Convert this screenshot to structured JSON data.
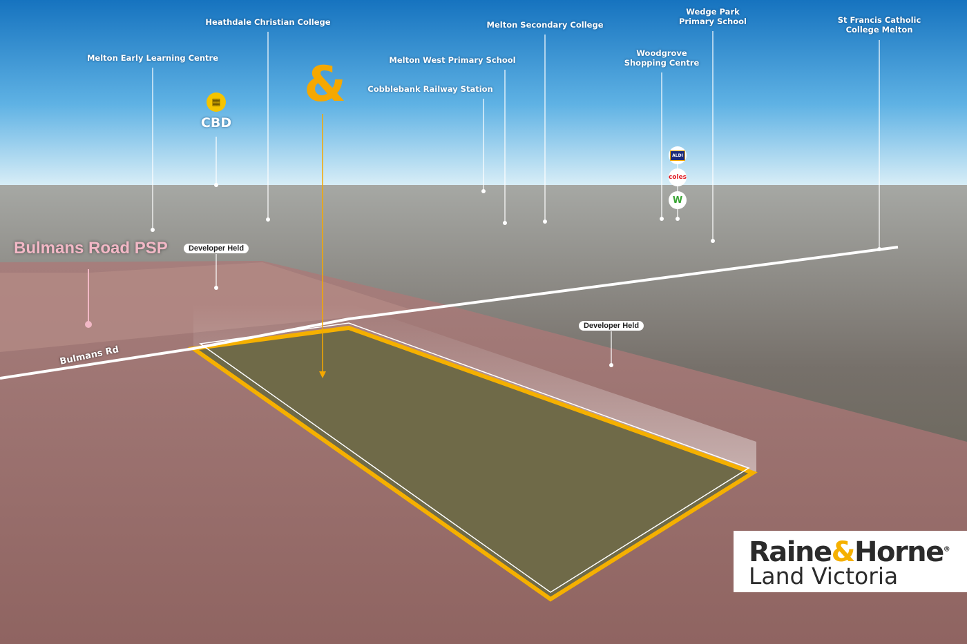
{
  "labels": {
    "melton_early_learning": "Melton Early Learning Centre",
    "heathdale": "Heathdale Christian College",
    "cbd": "CBD",
    "cobblebank": "Cobblebank Railway Station",
    "melton_west": "Melton West Primary School",
    "melton_secondary": "Melton Secondary College",
    "woodgrove_1": "Woodgrove",
    "woodgrove_2": "Shopping Centre",
    "wedge_park_1": "Wedge Park",
    "wedge_park_2": "Primary School",
    "st_francis_1": "St Francis Catholic",
    "st_francis_2": "College Melton",
    "bulmans_psp": "Bulmans Road PSP",
    "developer_held_1": "Developer Held",
    "developer_held_2": "Developer Held",
    "bulmans_rd": "Bulmans Rd"
  },
  "marker": "&",
  "store_logos": {
    "aldi": "ALDI",
    "coles": "coles",
    "woolworths": "W"
  },
  "brand": {
    "name_a": "Raine",
    "amp": "&",
    "name_b": "Horne",
    "reg": "®",
    "sub": "Land Victoria"
  },
  "colors": {
    "accent": "#f5a800",
    "psp_pink": "#f2b8c6",
    "sky_top": "#1673bf"
  }
}
